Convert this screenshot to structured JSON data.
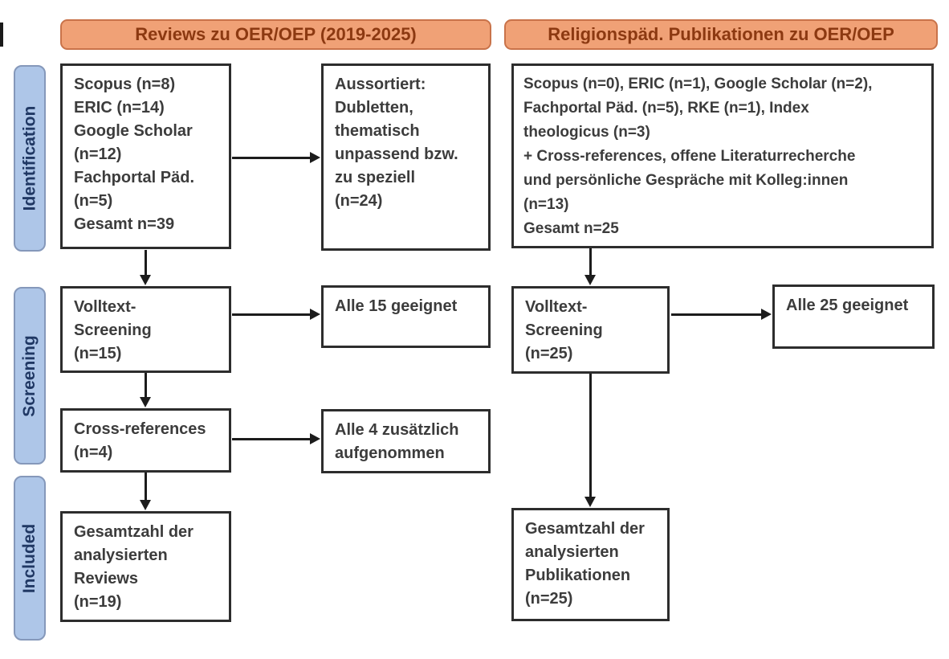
{
  "headers": {
    "left": "Reviews zu OER/OEP (2019-2025)",
    "right": "Religionspäd. Publikationen zu OER/OEP"
  },
  "stages": [
    {
      "label": "Identification"
    },
    {
      "label": "Screening"
    },
    {
      "label": "Included"
    }
  ],
  "left_flow": {
    "sources": "Scopus (n=8)\nERIC (n=14)\nGoogle Scholar\n(n=12)\nFachportal Päd.\n(n=5)\nGesamt n=39",
    "excluded": "Aussortiert:\nDubletten,\nthematisch\nunpassend bzw.\nzu speziell\n(n=24)",
    "fulltext": "Volltext-\nScreening\n(n=15)",
    "eligible": "Alle 15 geeignet",
    "crossref": "Cross-references\n(n=4)",
    "added": "Alle 4 zusätzlich\naufgenommen",
    "total": "Gesamtzahl der\nanalysierten\nReviews\n(n=19)"
  },
  "right_flow": {
    "sources": "Scopus (n=0), ERIC (n=1), Google Scholar (n=2),\nFachportal Päd. (n=5), RKE (n=1), Index\ntheologicus (n=3)\n+ Cross-references, offene Literaturrecherche\nund persönliche Gespräche mit Kolleg:innen\n(n=13)\nGesamt n=25",
    "fulltext": "Volltext-\nScreening\n(n=25)",
    "eligible": "Alle 25 geeignet",
    "total": "Gesamtzahl der\nanalysierten\nPublikationen\n(n=25)"
  },
  "colors": {
    "header_fill": "#F0A176",
    "header_border": "#C9734A",
    "header_text": "#8C3911",
    "stage_fill": "#AEC6E8",
    "stage_border": "#8598BA",
    "stage_text": "#203864",
    "box_border": "#2D2D2D",
    "box_text": "#3C3C3C",
    "arrow": "#1C1C1C",
    "background": "#FFFFFF"
  }
}
